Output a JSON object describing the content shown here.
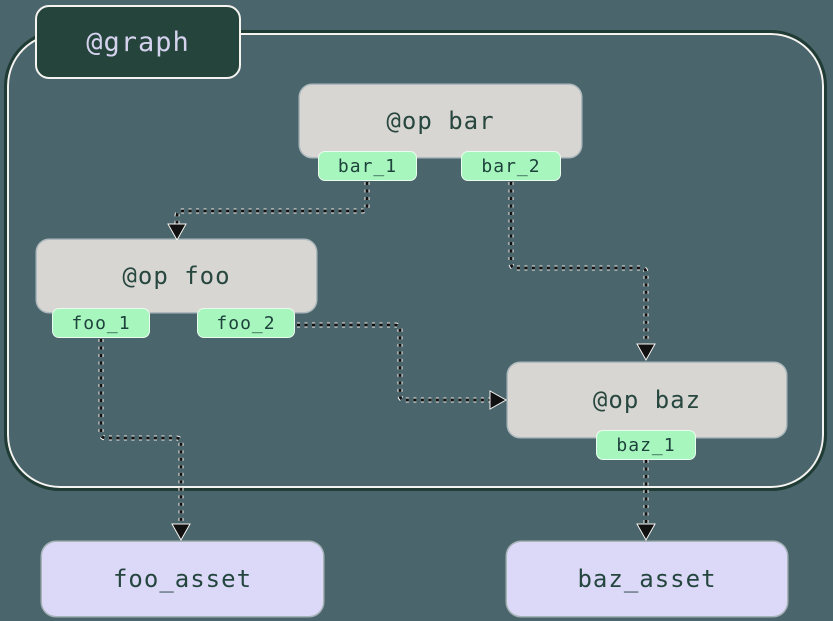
{
  "colors": {
    "background": "#4b656d",
    "graph_border_dark": "#203c35",
    "graph_border_light": "#f4f3ef",
    "graph_label_bg": "#24443c",
    "graph_label_text": "#d5d2ee",
    "op_bg": "#d8d6d3",
    "op_text": "#27473f",
    "output_bg": "#a6f6bd",
    "output_text": "#1e423c",
    "asset_bg": "#dcd8f8",
    "asset_text": "#24463f",
    "edge": "#111111"
  },
  "graph": {
    "label": "@graph"
  },
  "ops": [
    {
      "label": "@op bar",
      "outputs": [
        "bar_1",
        "bar_2"
      ]
    },
    {
      "label": "@op foo",
      "outputs": [
        "foo_1",
        "foo_2"
      ]
    },
    {
      "label": "@op baz",
      "outputs": [
        "baz_1"
      ]
    }
  ],
  "assets": [
    {
      "label": "foo_asset"
    },
    {
      "label": "baz_asset"
    }
  ],
  "edges": [
    {
      "from": "bar_1",
      "to": "@op foo"
    },
    {
      "from": "bar_2",
      "to": "@op baz"
    },
    {
      "from": "foo_2",
      "to": "@op baz"
    },
    {
      "from": "foo_1",
      "to": "foo_asset"
    },
    {
      "from": "baz_1",
      "to": "baz_asset"
    }
  ]
}
